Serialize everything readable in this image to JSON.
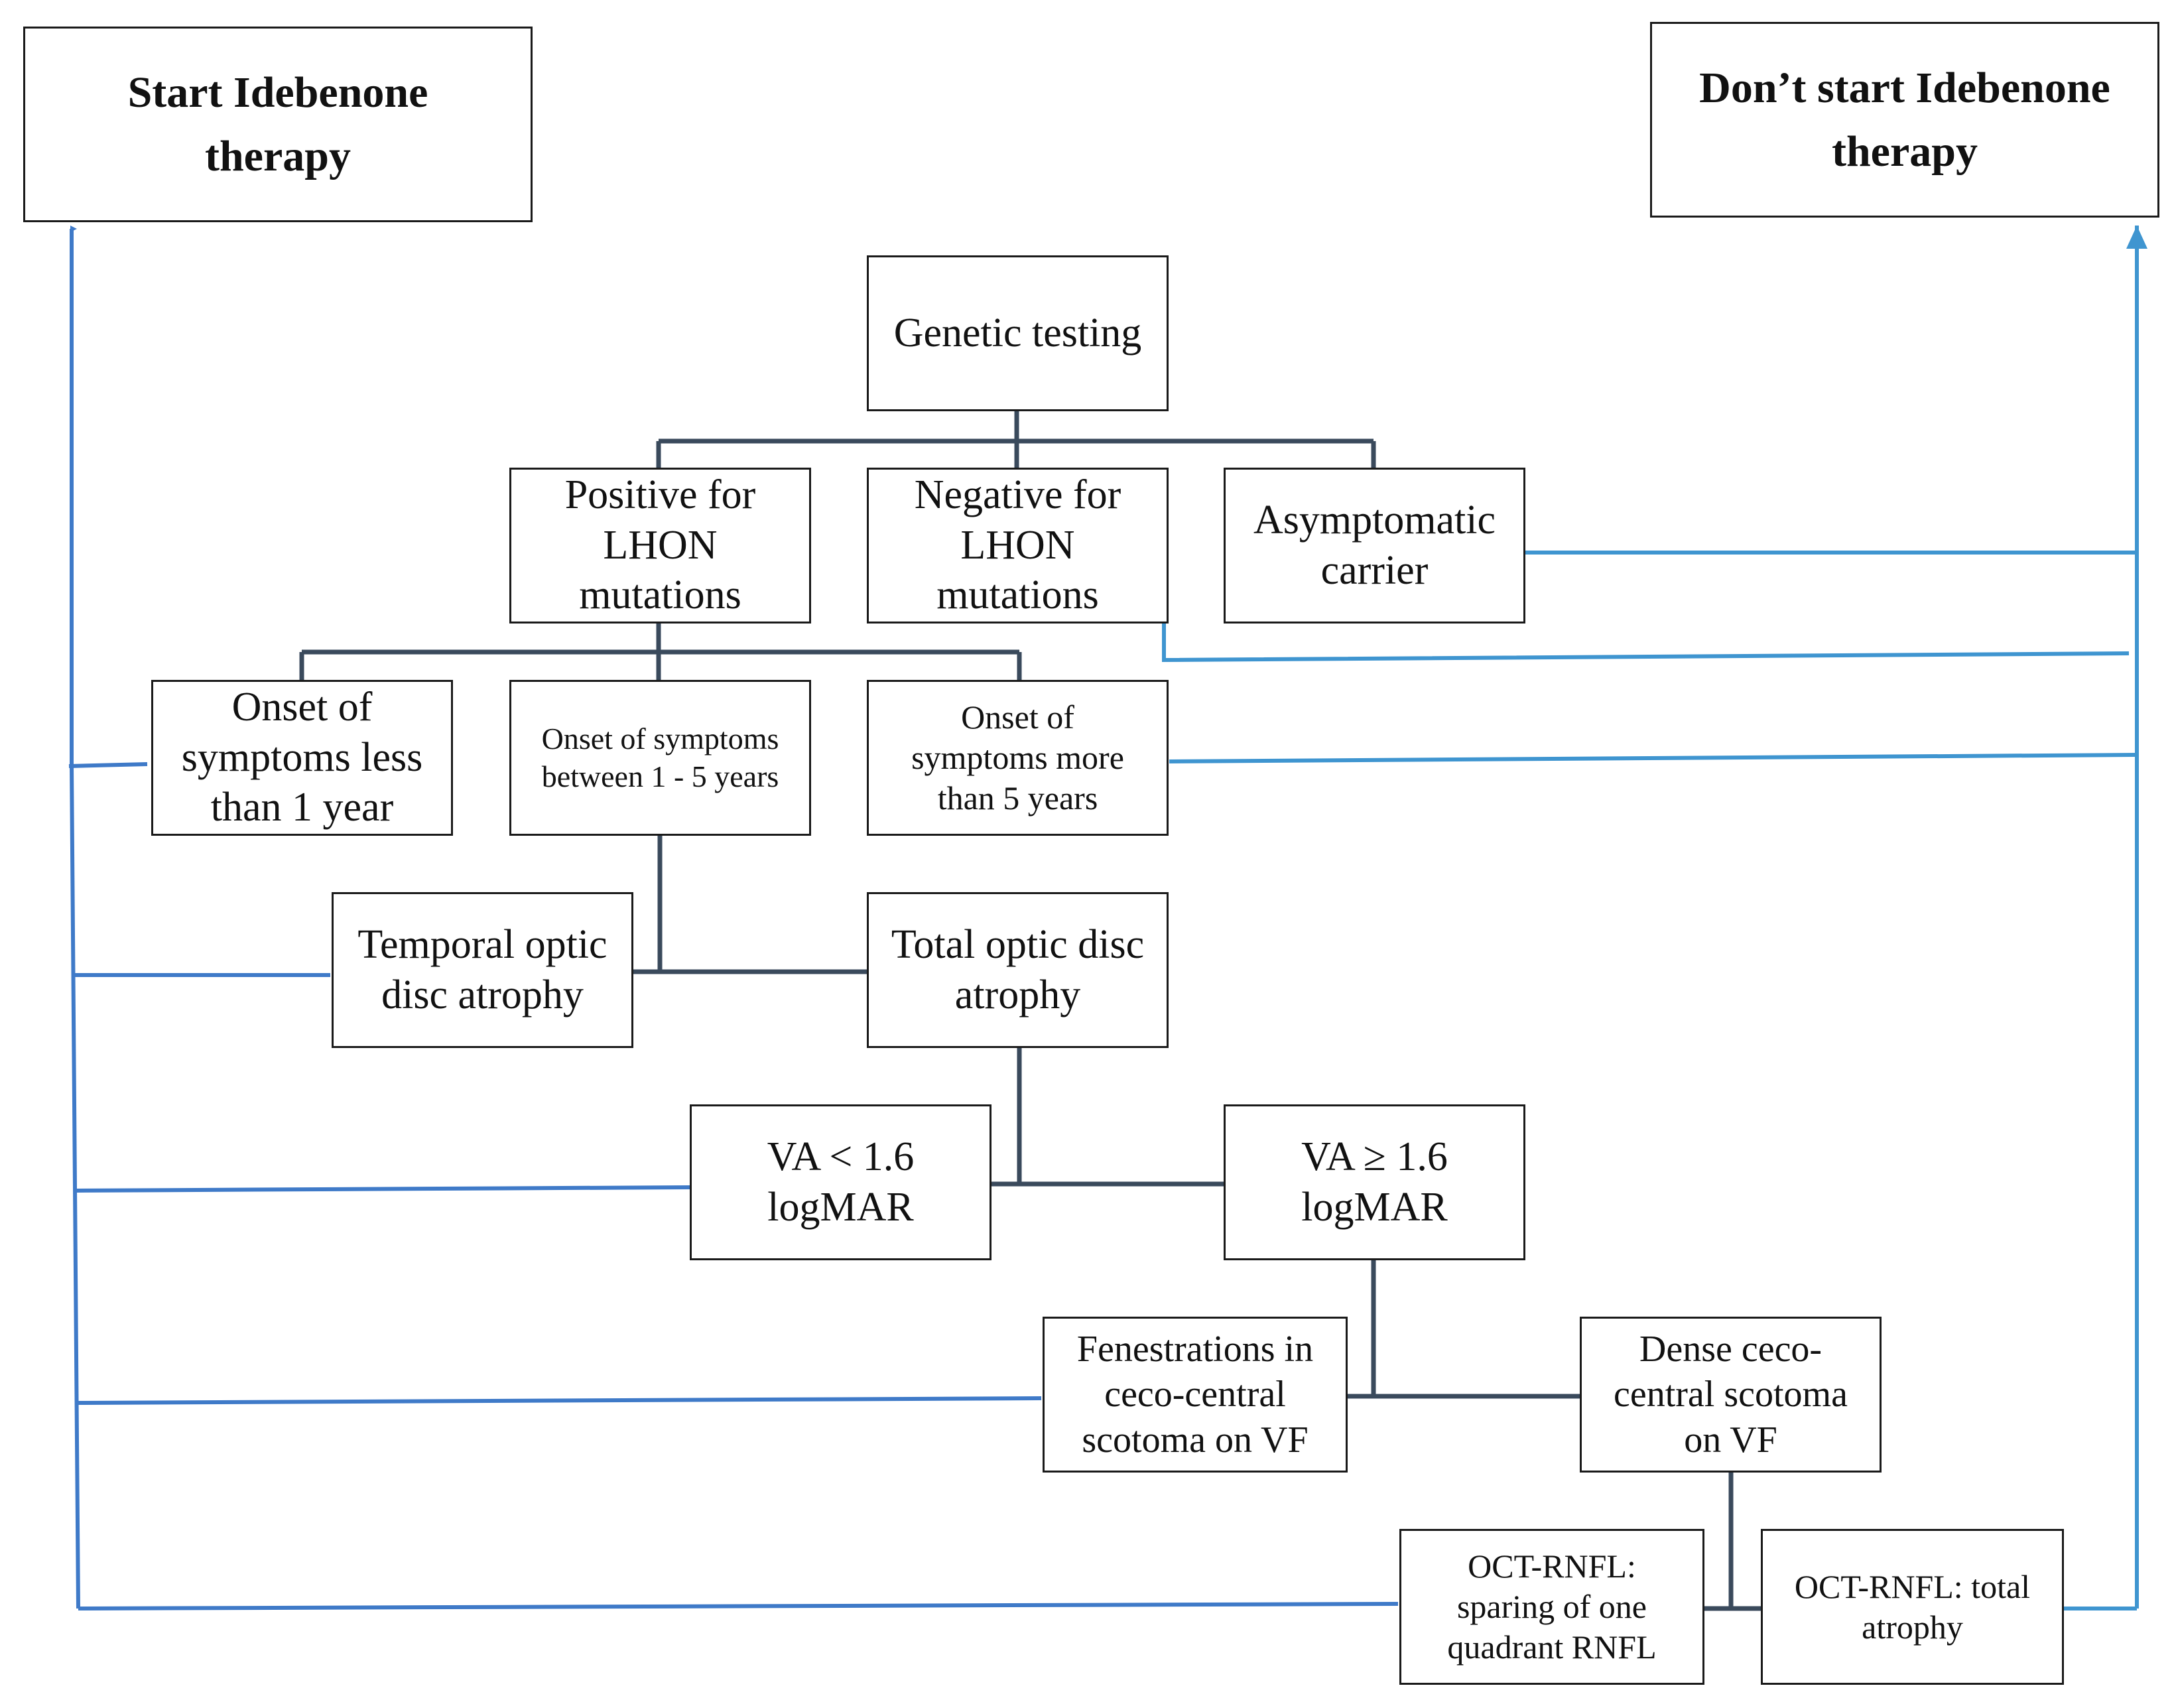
{
  "outcomes": {
    "start": "Start Idebenone\ntherapy",
    "dont_start": "Don’t start Idebenone\ntherapy"
  },
  "nodes": {
    "genetic_testing": "Genetic testing",
    "positive": "Positive for\nLHON\nmutations",
    "negative": "Negative for\nLHON\nmutations",
    "asymptomatic": "Asymptomatic\ncarrier",
    "onset_less_1": "Onset of\nsymptoms less\nthan 1 year",
    "onset_1_5": "Onset of symptoms\nbetween 1 - 5 years",
    "onset_more_5": "Onset of\nsymptoms more\nthan 5 years",
    "temporal_atrophy": "Temporal optic\ndisc atrophy",
    "total_atrophy": "Total optic disc\natrophy",
    "va_less": "VA < 1.6\nlogMAR",
    "va_geq": "VA ≥ 1.6\nlogMAR",
    "fenestrations": "Fenestrations in\nceco-central\nscotoma on VF",
    "dense_scotoma": "Dense ceco-\ncentral scotoma\non VF",
    "oct_sparing": "OCT-RNFL:\nsparing of one\nquadrant RNFL",
    "oct_total": "OCT-RNFL: total\natrophy"
  },
  "colors": {
    "tree_line": "#3a4a5c",
    "start_line": "#3f7ac8",
    "dont_line": "#3f95d0",
    "box_border": "#1a1a1a"
  }
}
